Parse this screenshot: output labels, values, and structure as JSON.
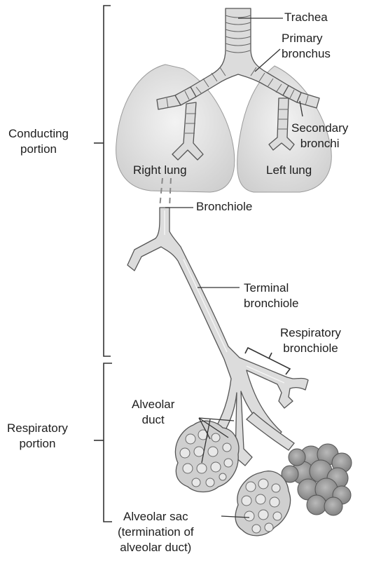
{
  "labels": {
    "trachea": "Trachea",
    "primary_bronchus": [
      "Primary",
      "bronchus"
    ],
    "secondary_bronchi": [
      "Secondary",
      "bronchi"
    ],
    "right_lung": "Right lung",
    "left_lung": "Left lung",
    "bronchiole": "Bronchiole",
    "terminal_bronchiole": [
      "Terminal",
      "bronchiole"
    ],
    "respiratory_bronchiole": [
      "Respiratory",
      "bronchiole"
    ],
    "alveolar_duct": [
      "Alveolar",
      "duct"
    ],
    "alveolar_sac": [
      "Alveolar sac",
      "(termination of",
      "alveolar duct)"
    ],
    "conducting_portion": [
      "Conducting",
      "portion"
    ],
    "respiratory_portion": [
      "Respiratory",
      "portion"
    ]
  },
  "colors": {
    "lung_fill": "#e6e6e6",
    "airway_fill": "#dcdcdc",
    "line": "#555555",
    "text": "#1e1e1e"
  }
}
